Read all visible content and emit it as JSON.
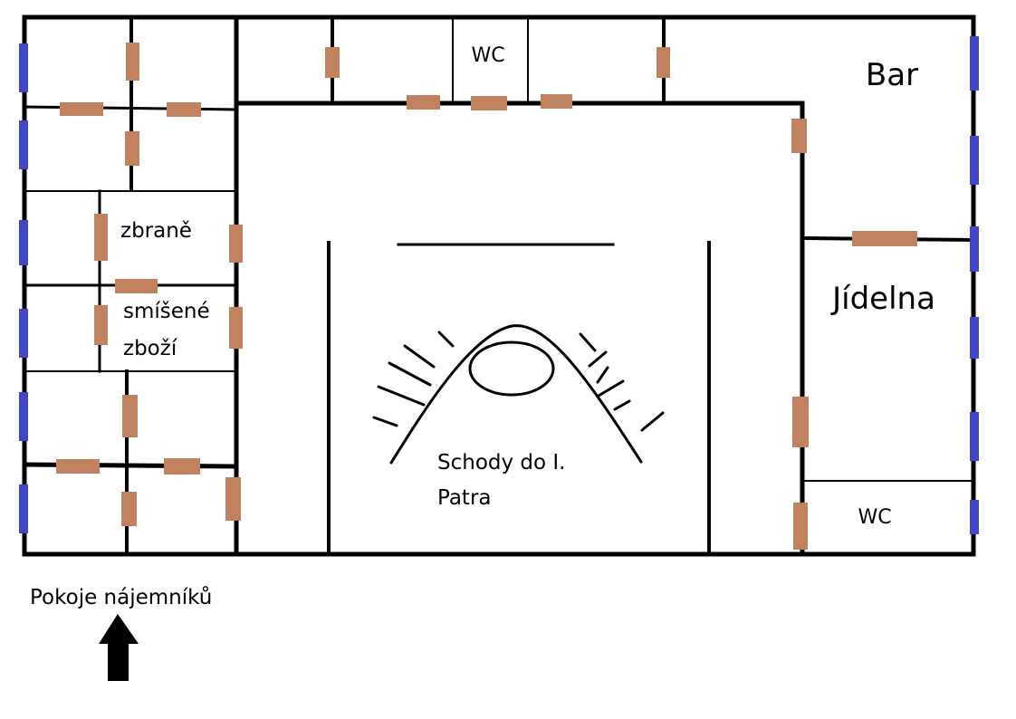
{
  "labels": {
    "wc_top": "WC",
    "bar": "Bar",
    "zbrane": "zbraně",
    "smisene_1": "smíšené",
    "smisene_2": "zboží",
    "jidelna": "Jídelna",
    "stairs_1": "Schody do I.",
    "stairs_2": "Patra",
    "wc_bottom": "WC",
    "pokoje": "Pokoje nájemníků"
  },
  "colors": {
    "wall": "#000000",
    "door": "#c0825f",
    "window": "#3f48cc",
    "background": "#ffffff"
  },
  "icons": {
    "arrow": "arrow-up-icon",
    "stairs": "staircase-icon"
  }
}
